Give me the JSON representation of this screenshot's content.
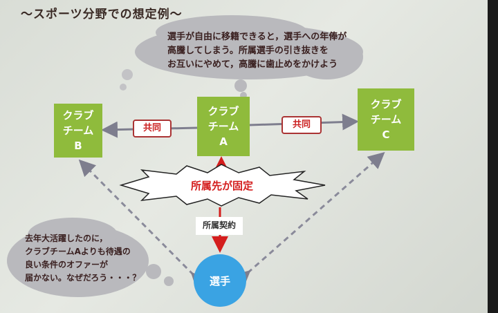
{
  "title": "～スポーツ分野での想定例～",
  "top_cloud": {
    "lines": [
      "選手が自由に移籍できると，選手への年俸が",
      "高騰してしまう。所属選手の引き抜きを",
      "お互いにやめて，高騰に歯止めをかけよう"
    ]
  },
  "bottom_cloud": {
    "lines": [
      "去年大活躍したのに，",
      "クラブチームAよりも待遇の",
      "良い条件のオファーが",
      "届かない。なぜだろう・・・？"
    ]
  },
  "teams": {
    "a": {
      "lines": [
        "クラブ",
        "チーム",
        "A"
      ]
    },
    "b": {
      "lines": [
        "クラブ",
        "チーム",
        "B"
      ]
    },
    "c": {
      "lines": [
        "クラブ",
        "チーム",
        "C"
      ]
    }
  },
  "joint_left": "共同",
  "joint_right": "共同",
  "fixed_label": "所属先が固定",
  "contract_label": "所属契約",
  "player_label": "選手",
  "colors": {
    "team": "#8fbb3c",
    "player": "#3aa3e3",
    "accent": "#d41d1d"
  }
}
